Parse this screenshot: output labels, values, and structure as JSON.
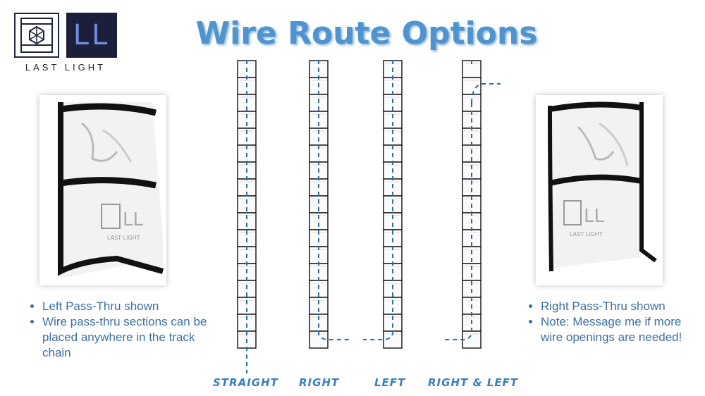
{
  "logo": {
    "text": "LAST LIGHT",
    "mark": "LL"
  },
  "title": "Wire Route Options",
  "left_panel": {
    "bullets": [
      "Left Pass-Thru shown",
      "Wire pass-thru sections can be placed anywhere in the track chain"
    ]
  },
  "right_panel": {
    "bullets": [
      "Right Pass-Thru shown",
      "Note: Message me if more wire openings are needed!"
    ]
  },
  "routes": [
    "STRAIGHT",
    "RIGHT",
    "LEFT",
    "RIGHT & LEFT"
  ],
  "colors": {
    "accent": "#4f94cf",
    "wire": "#2a6ea6",
    "logo_bg": "#1b1f3a"
  }
}
